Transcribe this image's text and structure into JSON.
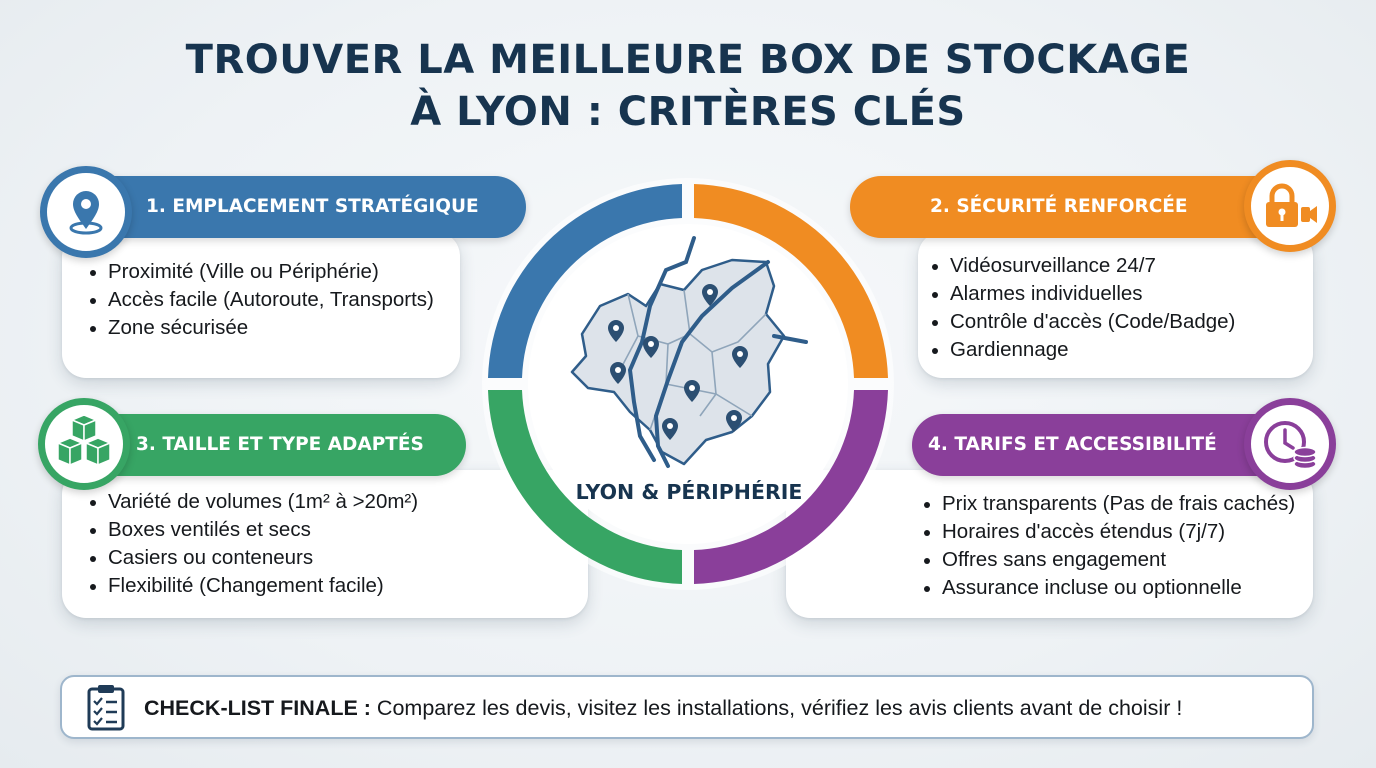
{
  "title": {
    "line1": "TROUVER LA MEILLEURE BOX DE STOCKAGE",
    "line2": "À LYON : CRITÈRES CLÉS"
  },
  "center": {
    "label": "LYON & PÉRIPHÉRIE"
  },
  "sections": [
    {
      "title": "1. EMPLACEMENT STRATÉGIQUE",
      "icon": "location-pin-icon",
      "color": "#3a77ad",
      "items": [
        "Proximité (Ville ou Périphérie)",
        "Accès facile (Autoroute, Transports)",
        "Zone sécurisée"
      ]
    },
    {
      "title": "2. SÉCURITÉ RENFORCÉE",
      "icon": "lock-camera-icon",
      "color": "#f08c22",
      "items": [
        "Vidéosurveillance 24/7",
        "Alarmes individuelles",
        "Contrôle d'accès (Code/Badge)",
        "Gardiennage"
      ]
    },
    {
      "title": "3. TAILLE ET TYPE ADAPTÉS",
      "icon": "boxes-icon",
      "color": "#37a564",
      "items": [
        "Variété de volumes (1m² à >20m²)",
        "Boxes ventilés et secs",
        "Casiers ou conteneurs",
        "Flexibilité (Changement facile)"
      ]
    },
    {
      "title": "4. TARIFS ET ACCESSIBILITÉ",
      "icon": "clock-coins-icon",
      "color": "#8a3f9a",
      "items": [
        "Prix transparents (Pas de frais cachés)",
        "Horaires d'accès étendus (7j/7)",
        "Offres sans engagement",
        "Assurance incluse ou optionnelle"
      ]
    }
  ],
  "checklist": {
    "icon": "clipboard-checklist-icon",
    "label": "CHECK-LIST FINALE :",
    "text": "Comparez les devis, visitez les installations, vérifiez les avis clients avant de choisir !"
  }
}
